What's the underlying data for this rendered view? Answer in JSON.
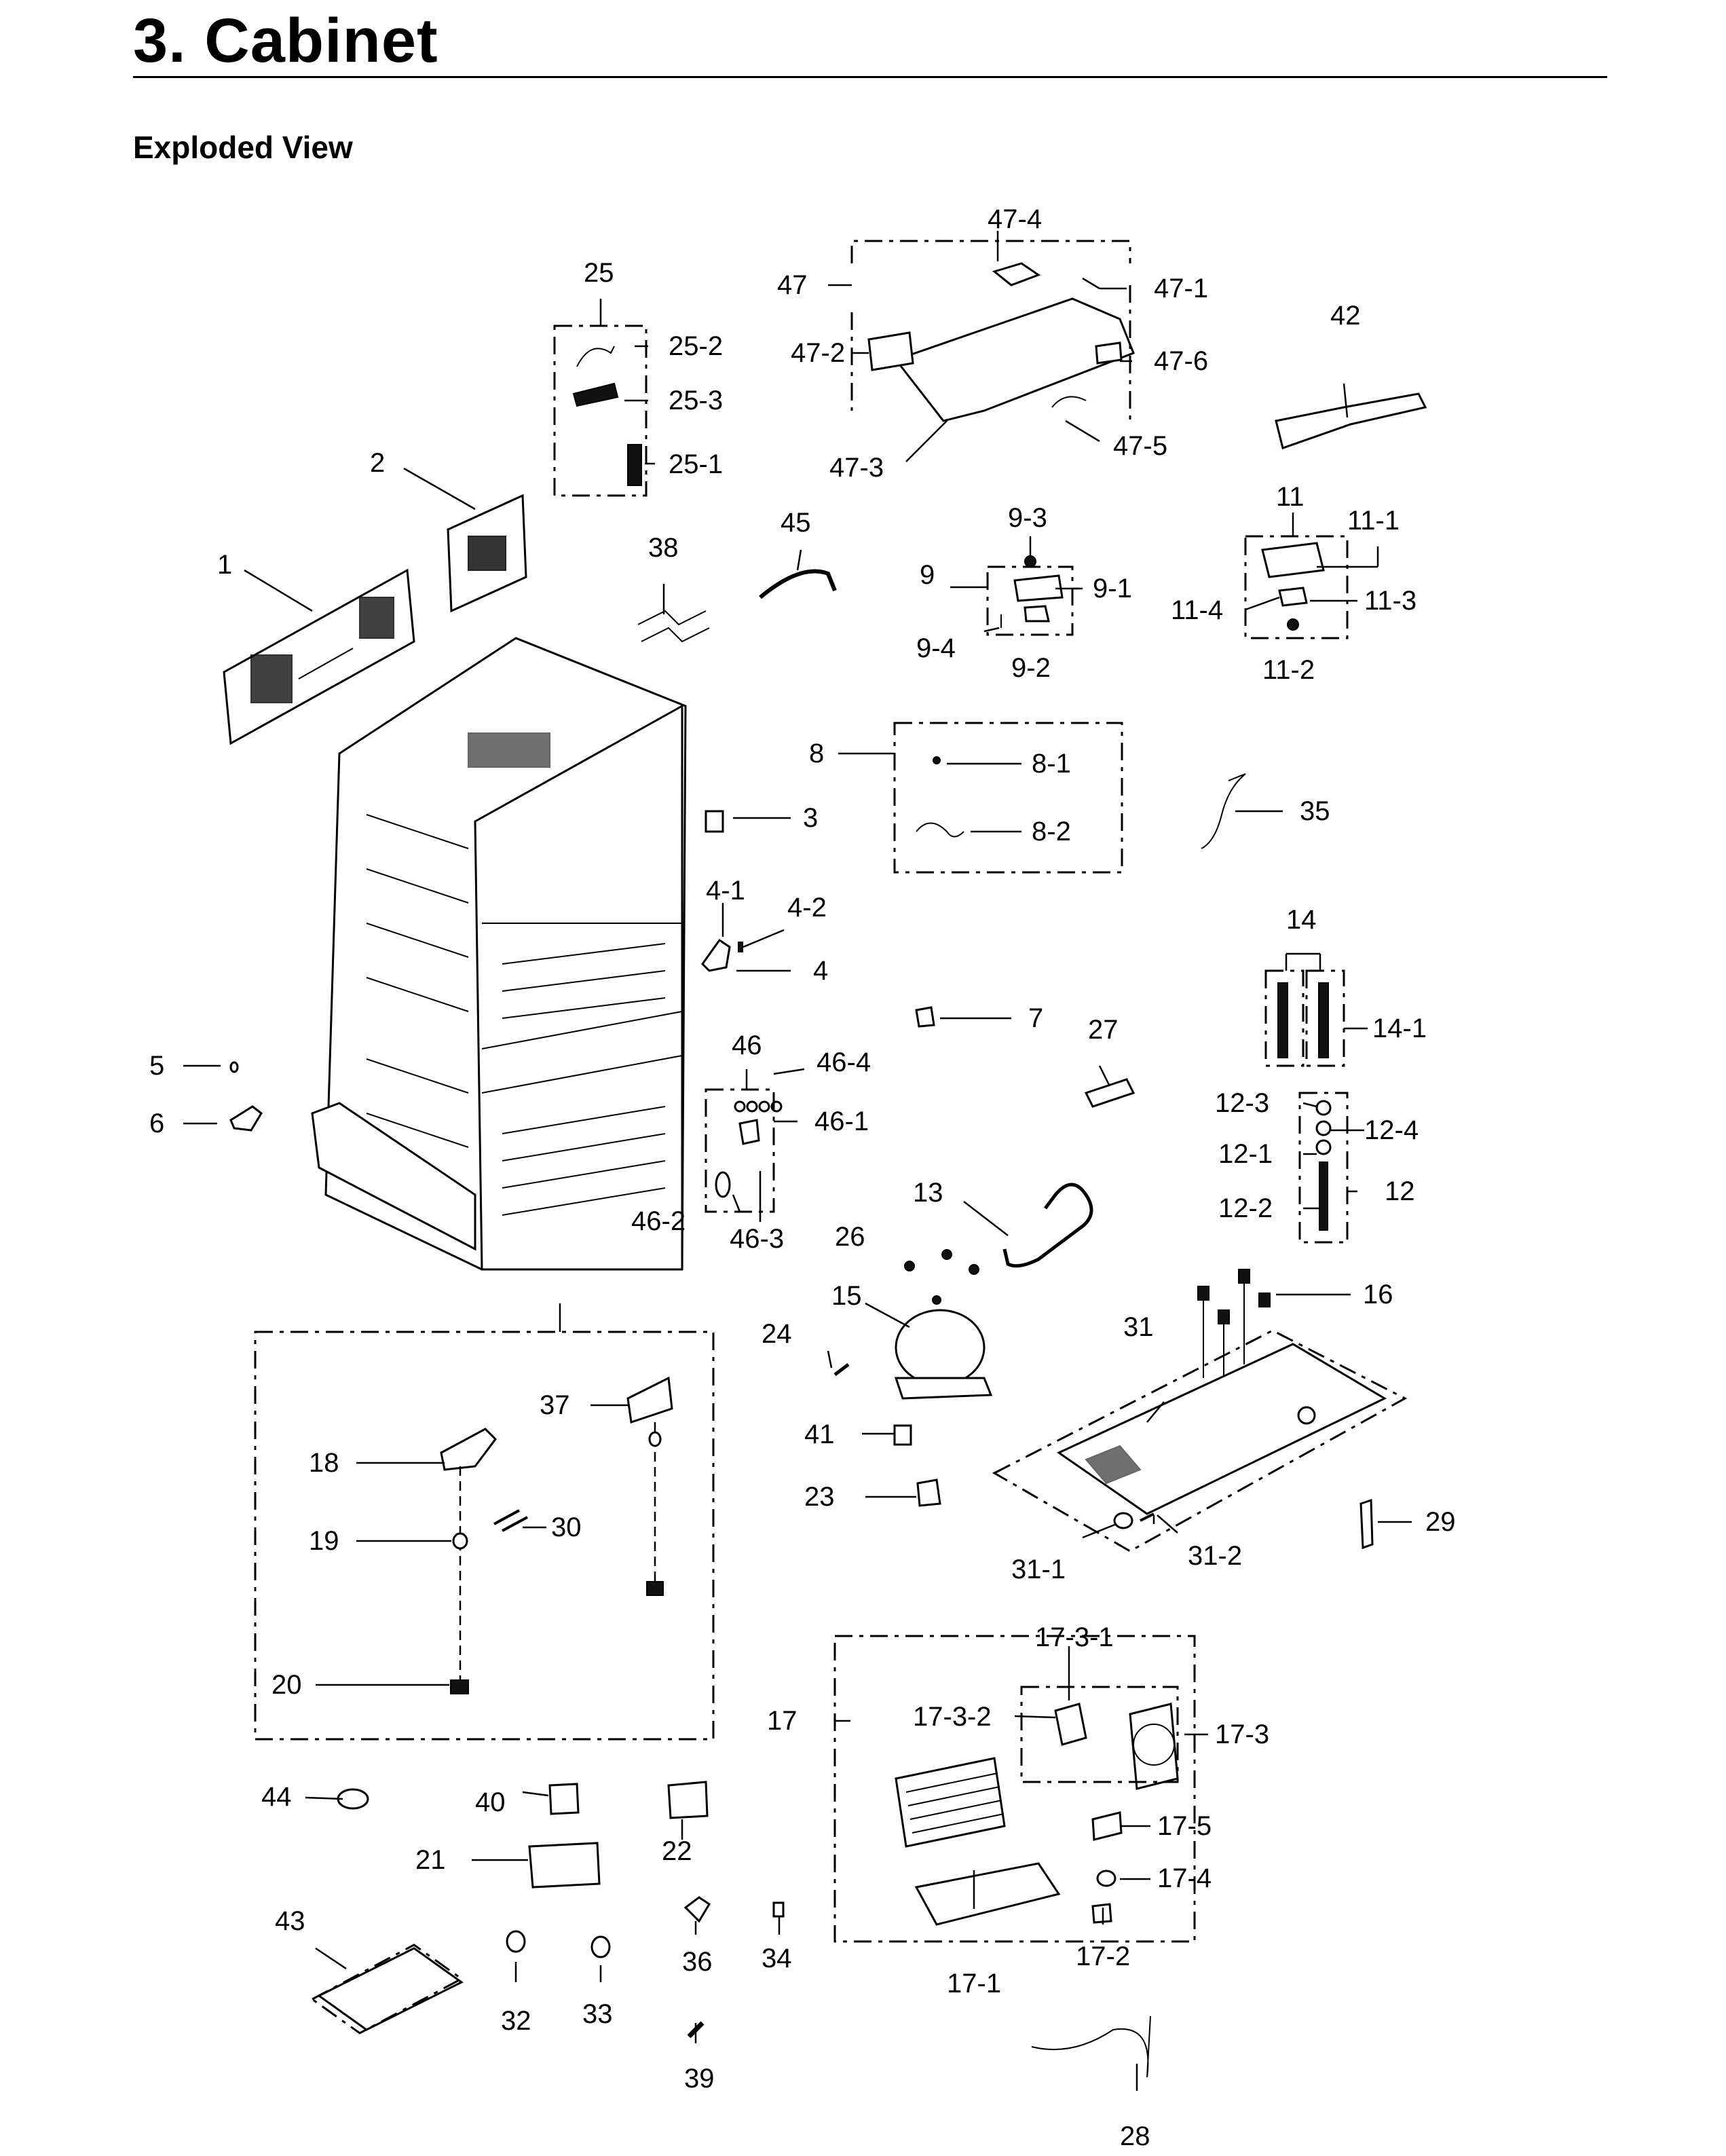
{
  "header": {
    "title": "3.  Cabinet",
    "section": "Exploded View"
  },
  "callouts": {
    "c1": "1",
    "c2": "2",
    "c3": "3",
    "c4": "4",
    "c4_1": "4-1",
    "c4_2": "4-2",
    "c5": "5",
    "c6": "6",
    "c7": "7",
    "c8": "8",
    "c8_1": "8-1",
    "c8_2": "8-2",
    "c9": "9",
    "c9_1": "9-1",
    "c9_2": "9-2",
    "c9_3": "9-3",
    "c9_4": "9-4",
    "c11": "11",
    "c11_1": "11-1",
    "c11_2": "11-2",
    "c11_3": "11-3",
    "c11_4": "11-4",
    "c12": "12",
    "c12_1": "12-1",
    "c12_2": "12-2",
    "c12_3": "12-3",
    "c12_4": "12-4",
    "c13": "13",
    "c14": "14",
    "c14_1": "14-1",
    "c15": "15",
    "c16": "16",
    "c17": "17",
    "c17_1": "17-1",
    "c17_2": "17-2",
    "c17_3": "17-3",
    "c17_3_1": "17-3-1",
    "c17_3_2": "17-3-2",
    "c17_4": "17-4",
    "c17_5": "17-5",
    "c18": "18",
    "c19": "19",
    "c20": "20",
    "c21": "21",
    "c22": "22",
    "c23": "23",
    "c24": "24",
    "c25": "25",
    "c25_1": "25-1",
    "c25_2": "25-2",
    "c25_3": "25-3",
    "c26": "26",
    "c27": "27",
    "c28": "28",
    "c29": "29",
    "c30": "30",
    "c31": "31",
    "c31_1": "31-1",
    "c31_2": "31-2",
    "c32": "32",
    "c33": "33",
    "c34": "34",
    "c35": "35",
    "c36": "36",
    "c37": "37",
    "c38": "38",
    "c39": "39",
    "c40": "40",
    "c41": "41",
    "c42": "42",
    "c43": "43",
    "c44": "44",
    "c45": "45",
    "c46": "46",
    "c46_1": "46-1",
    "c46_2": "46-2",
    "c46_3": "46-3",
    "c46_4": "46-4",
    "c47": "47",
    "c47_1": "47-1",
    "c47_2": "47-2",
    "c47_3": "47-3",
    "c47_4": "47-4",
    "c47_5": "47-5",
    "c47_6": "47-6"
  }
}
